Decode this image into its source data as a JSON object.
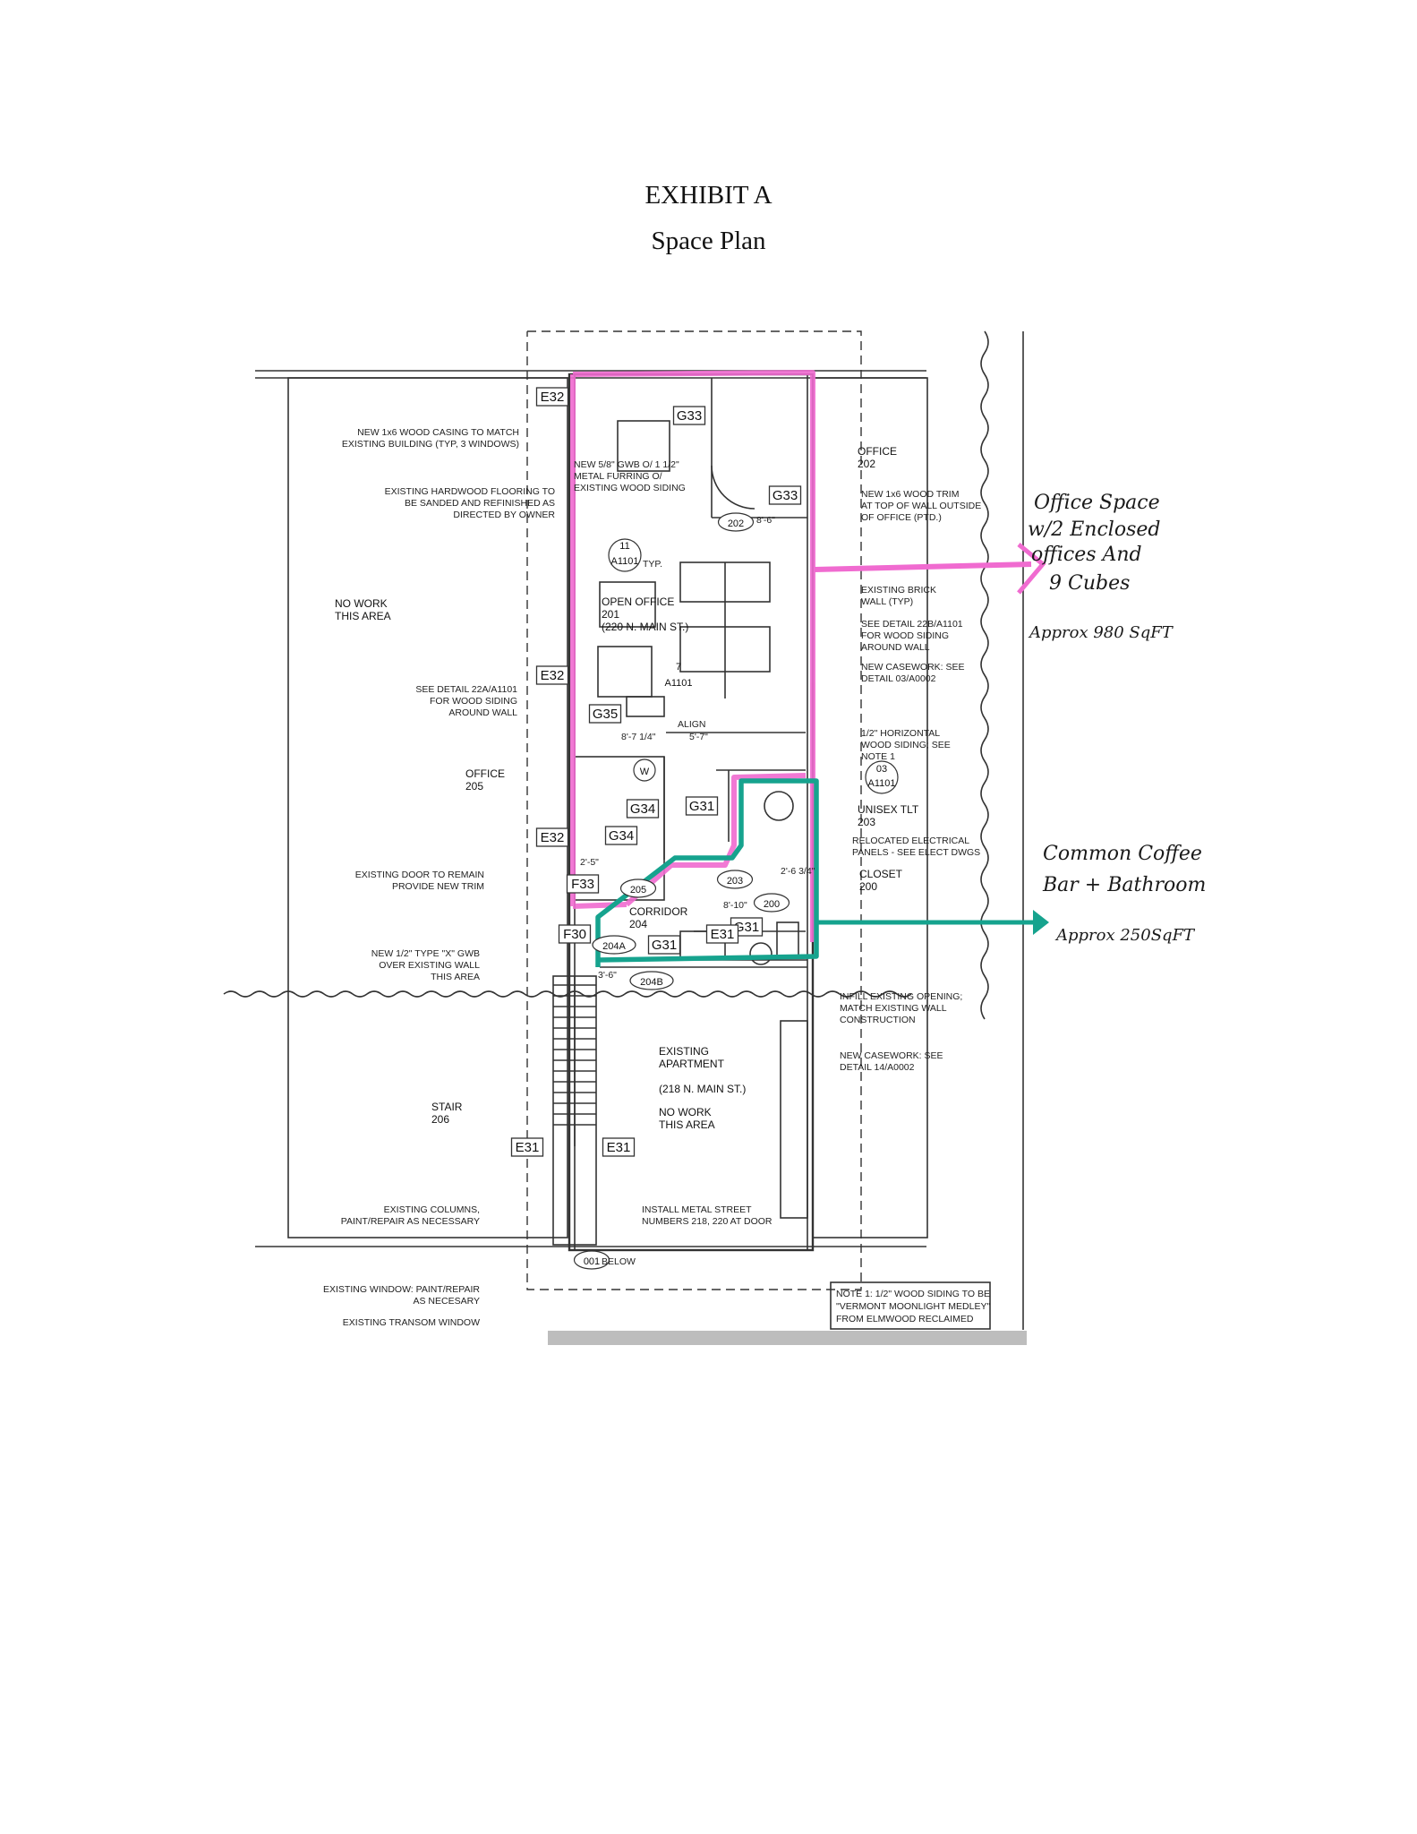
{
  "document": {
    "title": "EXHIBIT A",
    "subtitle": "Space Plan"
  },
  "colors": {
    "pink_markup": "#f06bd0",
    "teal_markup": "#16a38e",
    "line": "#333333"
  },
  "tags": [
    "E32",
    "G33",
    "G33",
    "202",
    "11",
    "A1101",
    "E32",
    "G35",
    "7",
    "A1101",
    "W",
    "G34",
    "G31",
    "E32",
    "G34",
    "F33",
    "205",
    "203",
    "200",
    "F30",
    "G31",
    "E31",
    "G31",
    "204A",
    "204B",
    "03",
    "A1101",
    "E31",
    "E31",
    "001"
  ],
  "rooms": {
    "open_office": [
      "OPEN OFFICE",
      "201",
      "(220 N. MAIN ST.)"
    ],
    "office_202": [
      "OFFICE",
      "202"
    ],
    "office_205": [
      "OFFICE",
      "205"
    ],
    "unisex": [
      "UNISEX TLT",
      "203"
    ],
    "closet": [
      "CLOSET",
      "200"
    ],
    "corridor": [
      "CORRIDOR",
      "204"
    ],
    "stair": [
      "STAIR",
      "206"
    ],
    "apartment": [
      "EXISTING",
      "APARTMENT",
      "(218 N. MAIN ST.)",
      "NO WORK",
      "THIS AREA"
    ],
    "nowork": [
      "NO WORK",
      "THIS AREA"
    ]
  },
  "dims": [
    "8'-7 1/4\"",
    "5'-7\"",
    "ALIGN",
    "2'-5\"",
    "8'-10\"",
    "2'-6 3/4\"",
    "3'-6\"",
    "8'-6\"",
    "TYP.",
    "BELOW"
  ],
  "notes_left": [
    [
      "NEW 1x6 WOOD CASING TO MATCH",
      "EXISTING BUILDING (TYP, 3 WINDOWS)"
    ],
    [
      "NEW 5/8\" GWB O/ 1 1/2\"",
      "METAL FURRING O/",
      "EXISTING WOOD SIDING"
    ],
    [
      "EXISTING HARDWOOD FLOORING TO",
      "BE SANDED AND REFINISHED AS",
      "DIRECTED BY OWNER"
    ],
    [
      "SEE DETAIL 22A/A1101",
      "FOR WOOD SIDING",
      "AROUND WALL"
    ],
    [
      "EXISTING DOOR TO REMAIN",
      "PROVIDE NEW TRIM"
    ],
    [
      "NEW 1/2\" TYPE \"X\" GWB",
      "OVER EXISTING WALL",
      "THIS AREA"
    ],
    [
      "EXISTING COLUMNS,",
      "PAINT/REPAIR AS NECESSARY"
    ],
    [
      "EXISTING WINDOW: PAINT/REPAIR",
      "AS NECESARY"
    ],
    [
      "EXISTING TRANSOM WINDOW"
    ]
  ],
  "notes_right": [
    [
      "NEW 1x6 WOOD TRIM",
      "AT TOP OF WALL OUTSIDE",
      "OF OFFICE (PTD.)"
    ],
    [
      "EXISTING BRICK",
      "WALL (TYP)"
    ],
    [
      "SEE DETAIL 22B/A1101",
      "FOR WOOD SIDING",
      "AROUND WALL"
    ],
    [
      "NEW CASEWORK: SEE",
      "DETAIL 03/A0002"
    ],
    [
      "1/2\" HORIZONTAL",
      "WOOD SIDING; SEE",
      "NOTE 1"
    ],
    [
      "RELOCATED ELECTRICAL",
      "PANELS - SEE ELECT DWGS"
    ],
    [
      "INFILL EXISTING OPENING;",
      "MATCH EXISTING WALL",
      "CONSTRUCTION"
    ],
    [
      "NEW CASEWORK: SEE",
      "DETAIL 14/A0002"
    ],
    [
      "INSTALL METAL STREET",
      "NUMBERS 218, 220 AT DOOR"
    ]
  ],
  "note_box": [
    "NOTE 1: 1/2\" WOOD SIDING TO BE",
    "\"VERMONT MOONLIGHT MEDLEY\"",
    "FROM ELMWOOD RECLAIMED"
  ],
  "handwritten": {
    "office_space": [
      "Office Space",
      "w/2 Enclosed",
      "offices And",
      "9 Cubes",
      "Approx 980 SqFT"
    ],
    "common_area": [
      "Common Coffee",
      "Bar + Bathroom",
      "Approx 250SqFT"
    ]
  }
}
